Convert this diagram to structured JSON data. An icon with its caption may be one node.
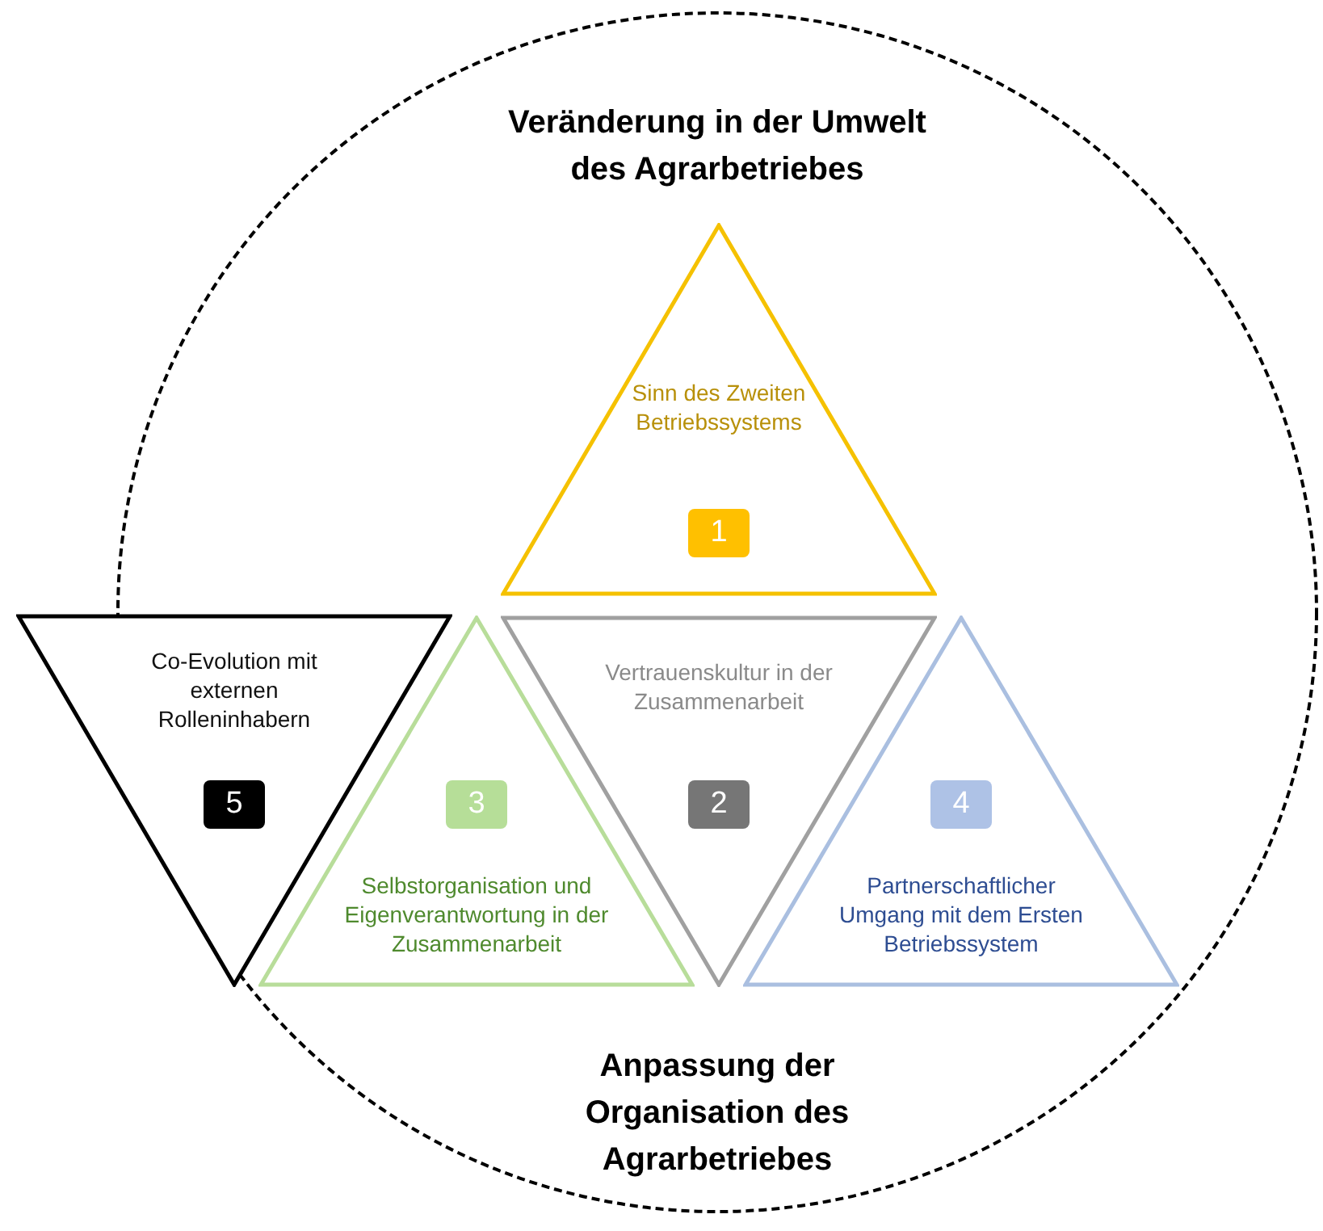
{
  "diagram": {
    "nodes": [
      {
        "text": [
          "Veränderung in der Umwelt des Agrarbetriebes",
          "Anpassung der Organisation des Agrarbetriebes"
        ]
      },
      {
        "text": [
          "Sinn des Zweiten Betriebssystems",
          "1"
        ],
        "in": 0
      },
      {
        "text": [
          "Vertrauenskultur in der Zusammenarbeit",
          "2"
        ],
        "in": 0
      },
      {
        "text": [
          "3",
          "Selbstorganisation und Eigenverantwortung in der Zusammenarbeit"
        ],
        "in": 0
      },
      {
        "text": [
          "4",
          "Partnerschaftlicher Umgang mit dem Ersten Betriebssystem"
        ],
        "in": 0
      },
      {
        "text": [
          "Co-Evolution mit externen Rolleninhabern",
          "5"
        ]
      }
    ]
  }
}
